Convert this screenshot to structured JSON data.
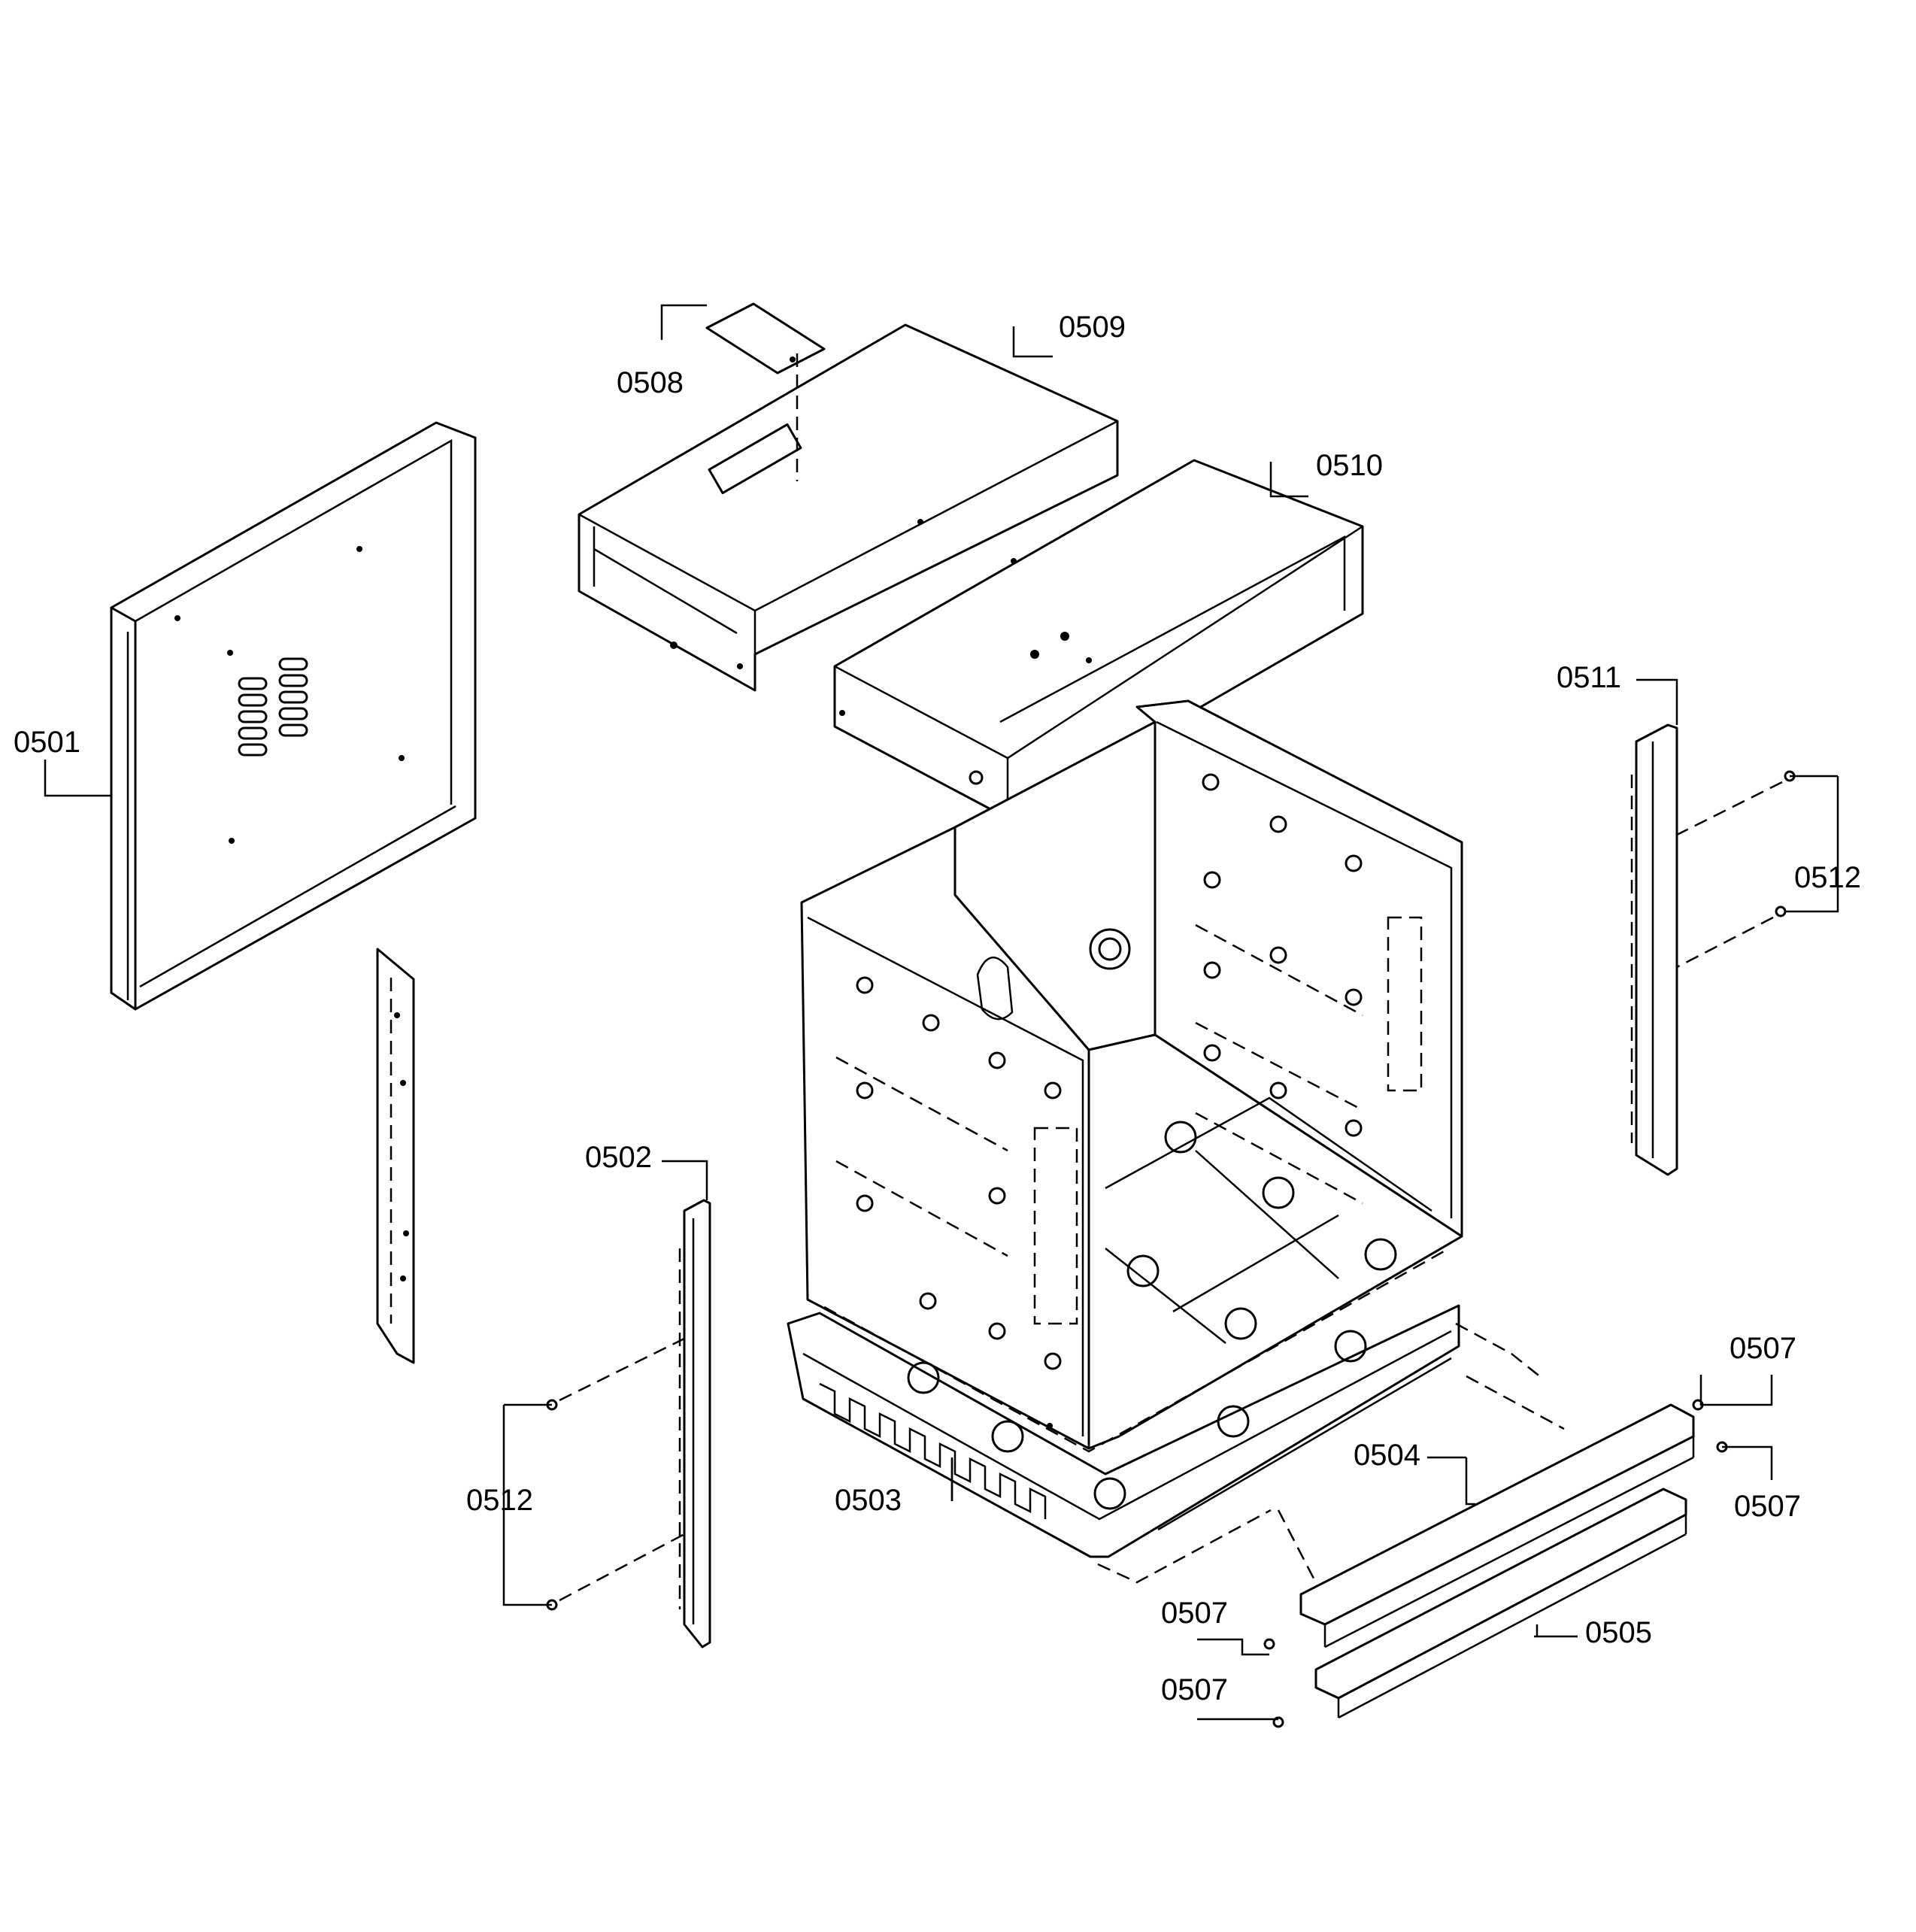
{
  "callouts": [
    {
      "id": "c0501",
      "label": "0501"
    },
    {
      "id": "c0502",
      "label": "0502"
    },
    {
      "id": "c0503",
      "label": "0503"
    },
    {
      "id": "c0504",
      "label": "0504"
    },
    {
      "id": "c0505",
      "label": "0505"
    },
    {
      "id": "c0507a",
      "label": "0507"
    },
    {
      "id": "c0507b",
      "label": "0507"
    },
    {
      "id": "c0507c",
      "label": "0507"
    },
    {
      "id": "c0507d",
      "label": "0507"
    },
    {
      "id": "c0508",
      "label": "0508"
    },
    {
      "id": "c0509",
      "label": "0509"
    },
    {
      "id": "c0510",
      "label": "0510"
    },
    {
      "id": "c0511",
      "label": "0511"
    },
    {
      "id": "c0512a",
      "label": "0512"
    },
    {
      "id": "c0512b",
      "label": "0512"
    }
  ]
}
